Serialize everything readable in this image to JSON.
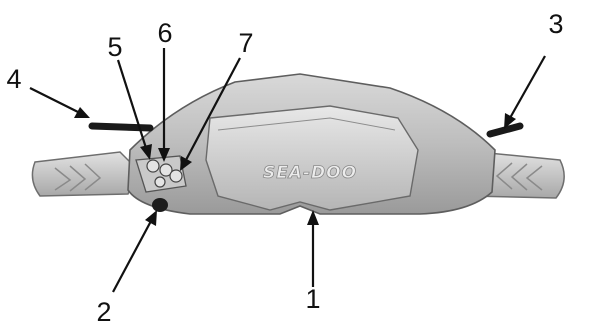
{
  "figure": {
    "brand_logo": "SEA-DOO",
    "callouts": [
      {
        "id": "c1",
        "label": "1"
      },
      {
        "id": "c2",
        "label": "2"
      },
      {
        "id": "c3",
        "label": "3"
      },
      {
        "id": "c4",
        "label": "4"
      },
      {
        "id": "c5",
        "label": "5"
      },
      {
        "id": "c6",
        "label": "6"
      },
      {
        "id": "c7",
        "label": "7"
      }
    ]
  }
}
